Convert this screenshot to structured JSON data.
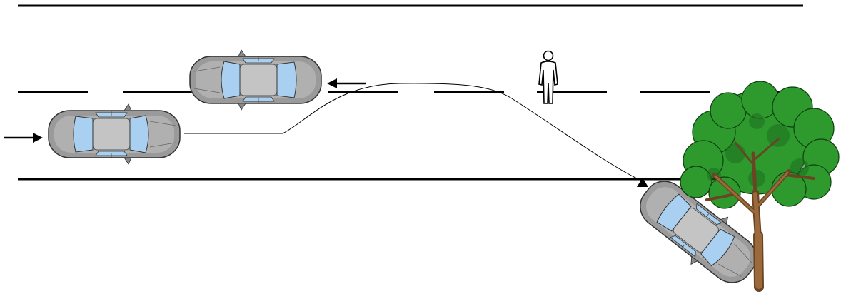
{
  "diagram": {
    "type": "traffic-accident-sketch",
    "elements": [
      "road-edge-top",
      "lane-divider-dashed",
      "road-edge-bottom",
      "oncoming-car",
      "subject-car",
      "crashed-car",
      "pedestrian",
      "tree",
      "trajectory-path",
      "direction-arrow-right",
      "direction-arrow-left",
      "impact-marker"
    ]
  },
  "colors": {
    "road_line": "#000000",
    "car_body": "#9a9a9a",
    "car_body_light": "#c4c4c4",
    "car_glass": "#a9d0f0",
    "tree_foliage": "#2e9a2e",
    "tree_foliage_dark": "#1e6e1e",
    "tree_trunk": "#9b6a3c",
    "pedestrian_fill": "#ffffff"
  },
  "icons": {
    "pedestrian": "person-icon",
    "tree": "tree-icon",
    "car": "car-icon"
  }
}
